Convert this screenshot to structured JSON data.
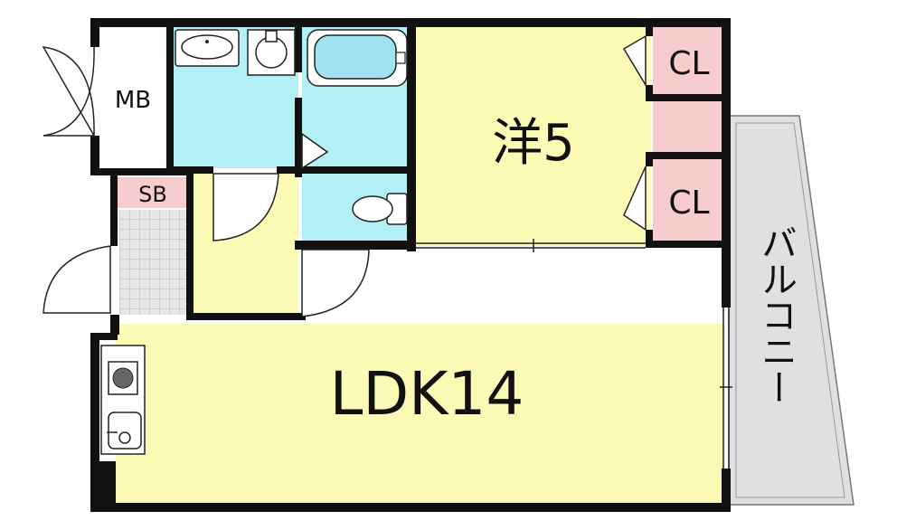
{
  "rooms": {
    "western_room": "洋5",
    "ldk": "LDK14",
    "closet_top": "CL",
    "closet_bottom": "CL",
    "meter_box": "MB",
    "shoe_box": "SB",
    "balcony": "バルコニー"
  },
  "colors": {
    "room_yellow": "#fbfbb5",
    "wet_area_cyan": "#b3f0f6",
    "closet_pink": "#f7cccc",
    "balcony_gray": "#e0e0e0",
    "wall": "#111111",
    "entrance_tile": "#e6e6e6"
  },
  "icons": [
    "washbasin-icon",
    "washing-machine-icon",
    "bathtub-icon",
    "toilet-icon",
    "stove-icon",
    "kitchen-sink-icon",
    "door-swing-icon"
  ]
}
